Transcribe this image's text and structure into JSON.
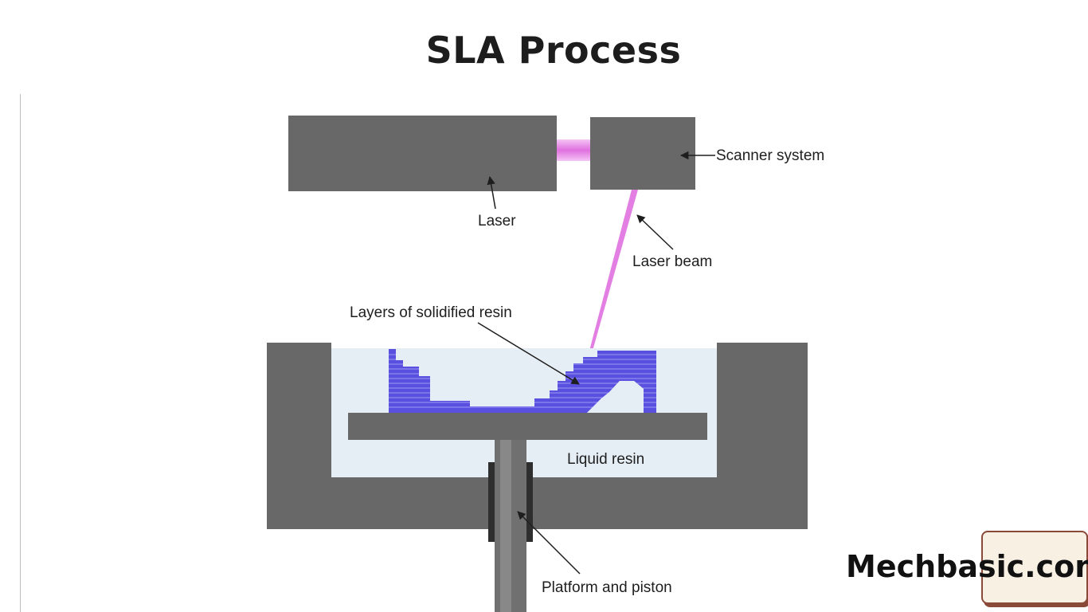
{
  "page": {
    "title": "SLA Process",
    "watermark": "Mechbasic.con"
  },
  "diagram": {
    "labels": {
      "scanner": "Scanner system",
      "laser": "Laser",
      "laser_beam": "Laser beam",
      "solidified_layers": "Layers of solidified resin",
      "liquid_resin": "Liquid resin",
      "platform_piston": "Platform and piston"
    },
    "colors": {
      "housing": "#686868",
      "beam": "#e070e0",
      "liquid_resin": "#e6eef5",
      "solid_resin": "#5a50e0",
      "text": "#1e1e1e"
    }
  }
}
